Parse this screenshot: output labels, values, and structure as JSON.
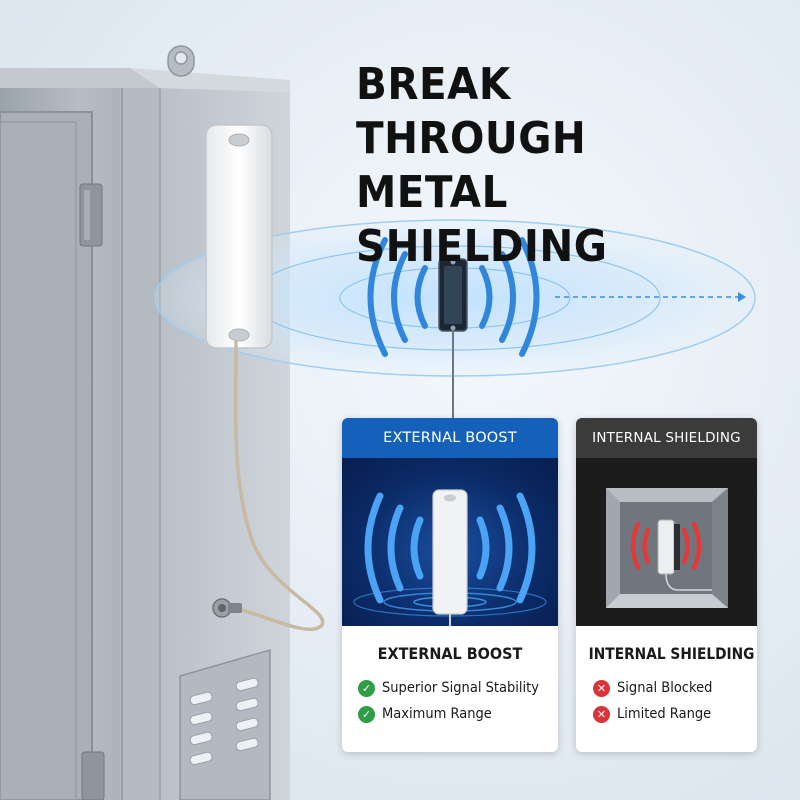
{
  "headline": {
    "line1": "BREAK THROUGH",
    "line2": "METAL SHIELDING"
  },
  "panels": {
    "external": {
      "header": "EXTERNAL BOOST",
      "title": "EXTERNAL BOOST",
      "features": [
        {
          "icon": "check-circle-icon",
          "text": "Superior Signal Stability"
        },
        {
          "icon": "check-circle-icon",
          "text": "Maximum Range"
        }
      ]
    },
    "internal": {
      "header": "INTERNAL SHIELDING",
      "title": "INTERNAL SHIELDING",
      "features": [
        {
          "icon": "x-circle-icon",
          "text": "Signal Blocked"
        },
        {
          "icon": "x-circle-icon",
          "text": "Limited Range"
        }
      ]
    }
  },
  "colors": {
    "external_header": "#1560b8",
    "internal_header": "#3b3b3b",
    "check_green": "#2e9e46",
    "cross_red": "#d8343a",
    "signal_blue": "#3a8fe0",
    "signal_red": "#e23a3a",
    "cabinet_gray": "#a6adb5"
  }
}
